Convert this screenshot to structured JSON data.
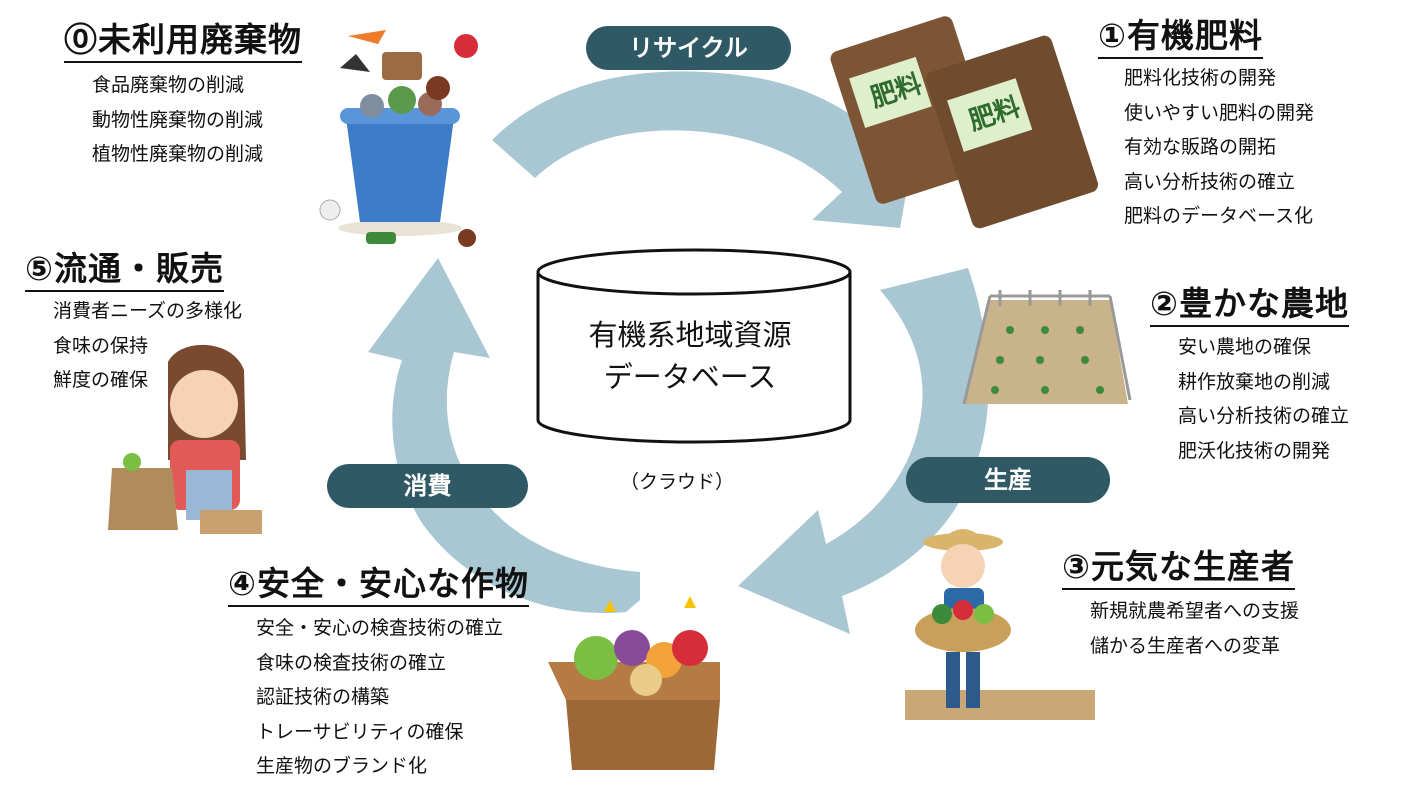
{
  "center": {
    "line1": "有機系地域資源",
    "line2": "データベース",
    "note": "（クラウド）"
  },
  "labels": {
    "recycle": "リサイクル",
    "produce": "生産",
    "consume": "消費"
  },
  "sections": {
    "s0": {
      "title": "⓪未利用廃棄物",
      "items": [
        "食品廃棄物の削減",
        "動物性廃棄物の削減",
        "植物性廃棄物の削減"
      ]
    },
    "s1": {
      "title": "①有機肥料",
      "items": [
        "肥料化技術の開発",
        "使いやすい肥料の開発",
        "有効な販路の開拓",
        "高い分析技術の確立",
        "肥料のデータベース化"
      ],
      "bag_text": "肥料"
    },
    "s2": {
      "title": "②豊かな農地",
      "items": [
        "安い農地の確保",
        "耕作放棄地の削減",
        "高い分析技術の確立",
        "肥沃化技術の開発"
      ]
    },
    "s3": {
      "title": "③元気な生産者",
      "items": [
        "新規就農希望者への支援",
        "儲かる生産者への変革"
      ]
    },
    "s4": {
      "title": "④安全・安心な作物",
      "items": [
        "安全・安心の検査技術の確立",
        "食味の検査技術の確立",
        "認証技術の構築",
        "トレーサビリティの確保",
        "生産物のブランド化"
      ]
    },
    "s5": {
      "title": "⑤流通・販売",
      "items": [
        "消費者ニーズの多様化",
        "食味の保持",
        "鮮度の確保"
      ]
    }
  },
  "colors": {
    "arrow": "#a9c7d3",
    "pill": "#2f5964"
  }
}
